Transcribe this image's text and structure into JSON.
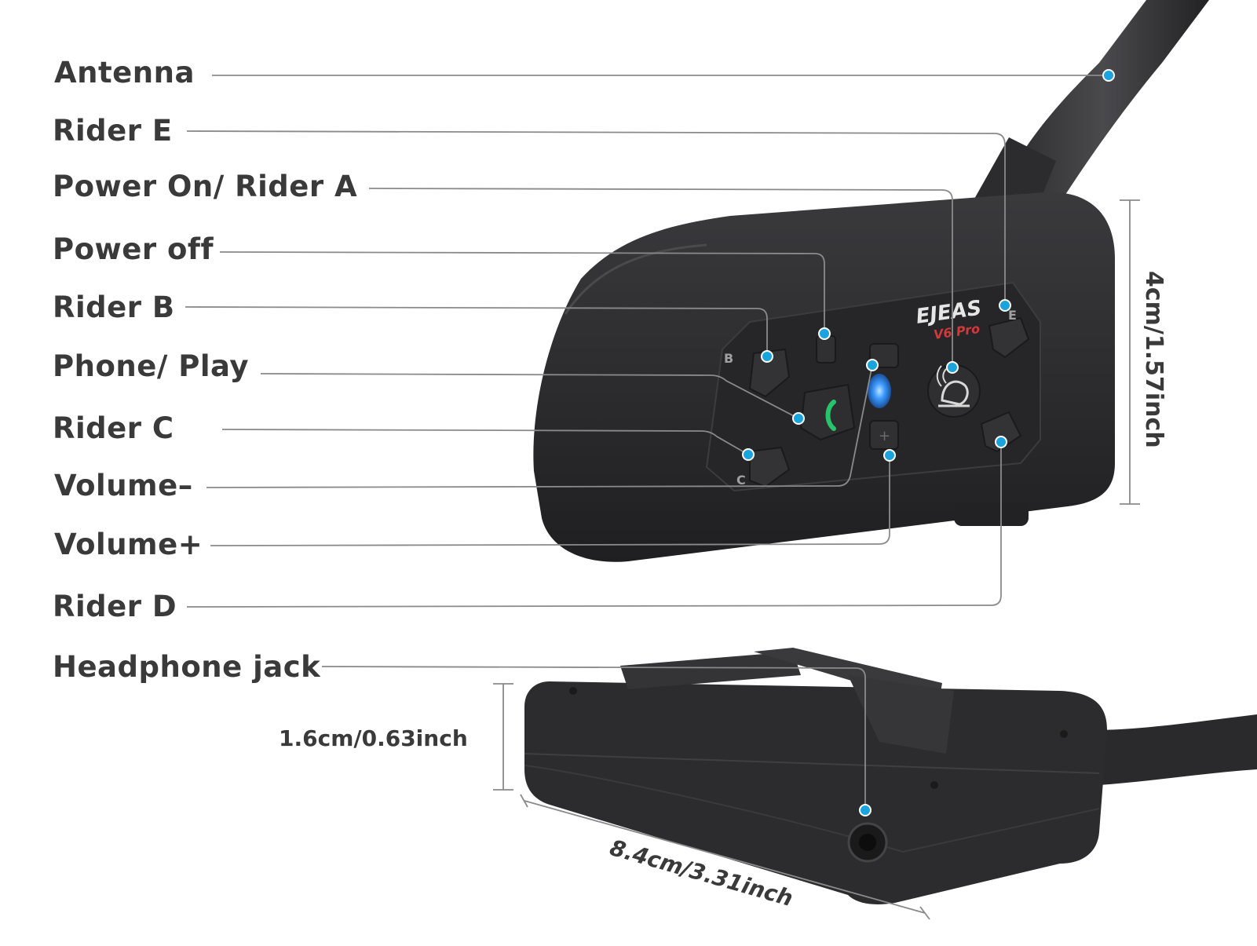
{
  "labels": {
    "antenna": "Antenna",
    "rider_e": "Rider E",
    "power_on": "Power On/ Rider A",
    "power_off": "Power off",
    "rider_b": "Rider B",
    "phone_play": "Phone/ Play",
    "rider_c": "Rider C",
    "volume_minus": "Volume–",
    "volume_plus": "Volume+",
    "rider_d": "Rider D",
    "headphone_jack": "Headphone jack"
  },
  "dimensions": {
    "height": "4cm/1.57inch",
    "thickness": "1.6cm/0.63inch",
    "length": "8.4cm/3.31inch"
  },
  "device": {
    "brand": "EJEAS",
    "model": "V6 Pro",
    "button_letters": {
      "b": "B",
      "c": "C",
      "e": "E"
    }
  },
  "colors": {
    "device_body": "#2b2b2d",
    "leader_line": "#8a8a8a",
    "marker": "#1aa3dd",
    "led": "#2f8cff",
    "phone_icon": "#27c46b",
    "model_text": "#d03a3a"
  }
}
